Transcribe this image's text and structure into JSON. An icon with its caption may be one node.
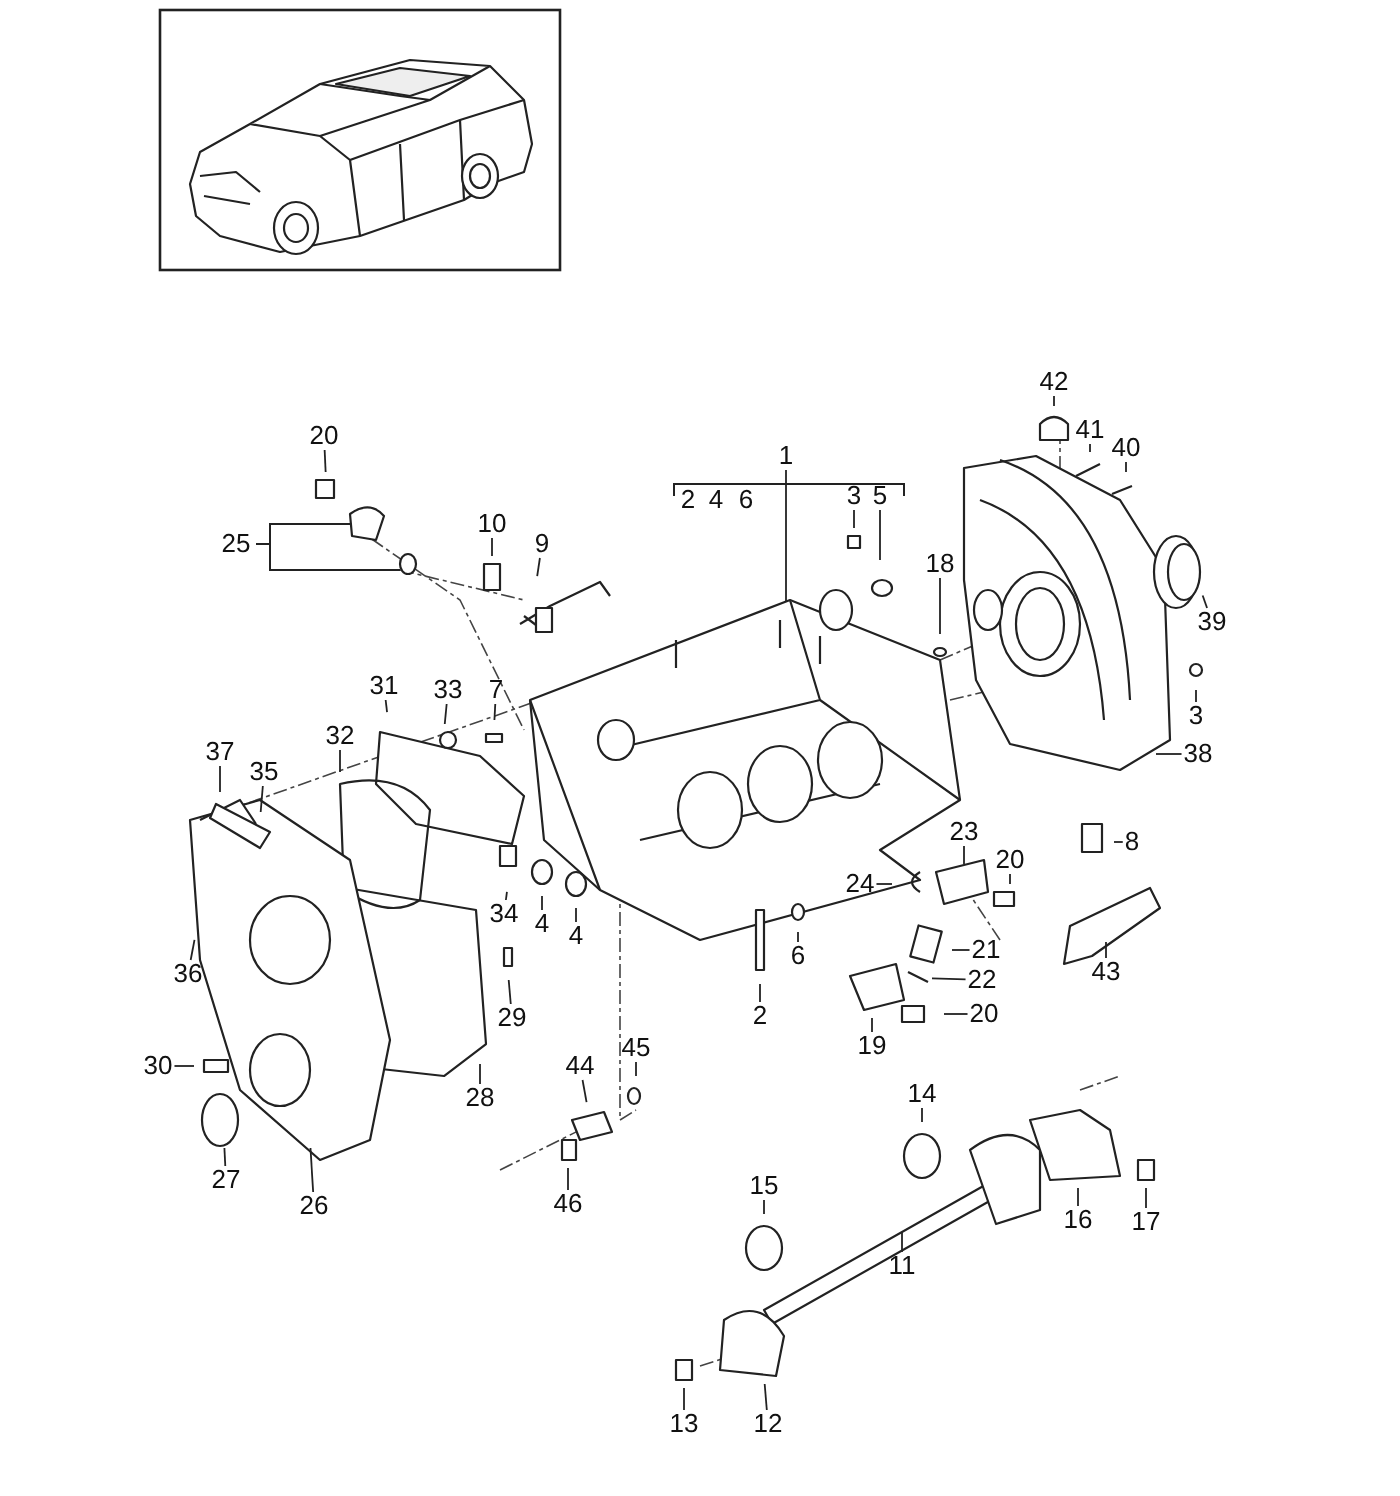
{
  "diagram": {
    "nodes": [
      {
        "text": [
          "20"
        ]
      },
      {
        "text": [
          "10"
        ]
      },
      {
        "text": [
          "9"
        ]
      },
      {
        "text": [
          "1"
        ]
      },
      {
        "text": [
          "3"
        ]
      },
      {
        "text": [
          "5"
        ]
      },
      {
        "text": [
          "18"
        ]
      },
      {
        "text": [
          "42"
        ]
      },
      {
        "text": [
          "41"
        ]
      },
      {
        "text": [
          "40"
        ]
      },
      {
        "text": [
          "39"
        ]
      },
      {
        "text": [
          "3"
        ]
      },
      {
        "text": [
          "38"
        ]
      },
      {
        "text": [
          "8"
        ]
      },
      {
        "text": [
          "23"
        ]
      },
      {
        "text": [
          "24"
        ]
      },
      {
        "text": [
          "20"
        ]
      },
      {
        "text": [
          "21"
        ]
      },
      {
        "text": [
          "22"
        ]
      },
      {
        "text": [
          "43"
        ]
      },
      {
        "text": [
          "6"
        ]
      },
      {
        "text": [
          "2"
        ]
      },
      {
        "text": [
          "19"
        ]
      },
      {
        "text": [
          "20"
        ]
      },
      {
        "text": [
          "7"
        ]
      },
      {
        "text": [
          "31"
        ]
      },
      {
        "text": [
          "33"
        ]
      },
      {
        "text": [
          "32"
        ]
      },
      {
        "text": [
          "37"
        ]
      },
      {
        "text": [
          "35"
        ]
      },
      {
        "text": [
          "34"
        ]
      },
      {
        "text": [
          "4"
        ]
      },
      {
        "text": [
          "4"
        ]
      },
      {
        "text": [
          "36"
        ]
      },
      {
        "text": [
          "29"
        ]
      },
      {
        "text": [
          "30"
        ]
      },
      {
        "text": [
          "28"
        ]
      },
      {
        "text": [
          "27"
        ]
      },
      {
        "text": [
          "26"
        ]
      },
      {
        "text": [
          "44"
        ]
      },
      {
        "text": [
          "45"
        ]
      },
      {
        "text": [
          "46"
        ]
      },
      {
        "text": [
          "14"
        ]
      },
      {
        "text": [
          "15"
        ]
      },
      {
        "text": [
          "17"
        ]
      },
      {
        "text": [
          "16"
        ]
      },
      {
        "text": [
          "11"
        ]
      },
      {
        "text": [
          "13"
        ]
      },
      {
        "text": [
          "12"
        ]
      }
    ],
    "edges": [
      {
        "from": 0,
        "to": null,
        "arrow": "none"
      },
      {
        "from": 1,
        "to": null,
        "arrow": "none"
      },
      {
        "from": 2,
        "to": null,
        "arrow": "none"
      },
      {
        "from": 3,
        "to": null,
        "arrow": "none"
      },
      {
        "from": 4,
        "to": null,
        "arrow": "none"
      },
      {
        "from": 5,
        "to": null,
        "arrow": "none"
      },
      {
        "from": 6,
        "to": null,
        "arrow": "none"
      },
      {
        "from": 7,
        "to": null,
        "arrow": "none"
      },
      {
        "from": 8,
        "to": null,
        "arrow": "none"
      },
      {
        "from": 9,
        "to": null,
        "arrow": "none"
      },
      {
        "from": 10,
        "to": null,
        "arrow": "none"
      },
      {
        "from": 11,
        "to": null,
        "arrow": "none"
      },
      {
        "from": 12,
        "to": null,
        "arrow": "none"
      },
      {
        "from": 13,
        "to": null,
        "arrow": "none"
      },
      {
        "from": 14,
        "to": null,
        "arrow": "none"
      },
      {
        "from": 15,
        "to": null,
        "arrow": "none"
      },
      {
        "from": 16,
        "to": null,
        "arrow": "none"
      },
      {
        "from": 17,
        "to": null,
        "arrow": "none"
      },
      {
        "from": 18,
        "to": null,
        "arrow": "none"
      },
      {
        "from": 19,
        "to": null,
        "arrow": "none"
      },
      {
        "from": 20,
        "to": null,
        "arrow": "none"
      },
      {
        "from": 21,
        "to": null,
        "arrow": "none"
      },
      {
        "from": 22,
        "to": null,
        "arrow": "none"
      },
      {
        "from": 23,
        "to": null,
        "arrow": "none"
      },
      {
        "from": 24,
        "to": null,
        "arrow": "none"
      },
      {
        "from": 25,
        "to": null,
        "arrow": "none"
      },
      {
        "from": 26,
        "to": null,
        "arrow": "none"
      },
      {
        "from": 27,
        "to": null,
        "arrow": "none"
      },
      {
        "from": 28,
        "to": null,
        "arrow": "none"
      },
      {
        "from": 29,
        "to": null,
        "arrow": "none"
      },
      {
        "from": 30,
        "to": null,
        "arrow": "none"
      },
      {
        "from": 31,
        "to": null,
        "arrow": "none"
      },
      {
        "from": 32,
        "to": null,
        "arrow": "none"
      },
      {
        "from": 33,
        "to": null,
        "arrow": "none"
      },
      {
        "from": 34,
        "to": null,
        "arrow": "none"
      },
      {
        "from": 35,
        "to": null,
        "arrow": "none"
      },
      {
        "from": 36,
        "to": null,
        "arrow": "none"
      },
      {
        "from": 37,
        "to": null,
        "arrow": "none"
      },
      {
        "from": 38,
        "to": null,
        "arrow": "none"
      },
      {
        "from": 39,
        "to": null,
        "arrow": "none"
      },
      {
        "from": 40,
        "to": null,
        "arrow": "none"
      },
      {
        "from": 41,
        "to": null,
        "arrow": "none"
      },
      {
        "from": 42,
        "to": null,
        "arrow": "none"
      },
      {
        "from": 43,
        "to": null,
        "arrow": "none"
      },
      {
        "from": 44,
        "to": null,
        "arrow": "none"
      },
      {
        "from": 45,
        "to": null,
        "arrow": "none"
      },
      {
        "from": 46,
        "to": null,
        "arrow": "none"
      },
      {
        "from": 47,
        "to": null,
        "arrow": "none"
      },
      {
        "from": 48,
        "to": null,
        "arrow": "none"
      }
    ],
    "labels": [
      "25",
      "2",
      "4",
      "6"
    ]
  }
}
